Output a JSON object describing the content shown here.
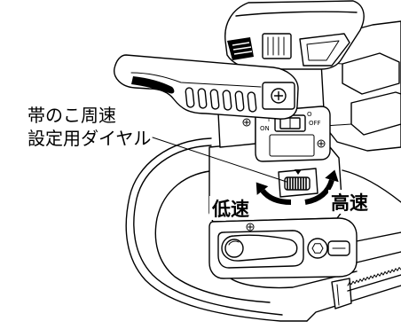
{
  "callout": {
    "line1": "帯のこ周速",
    "line2": "設定用ダイヤル"
  },
  "speed_labels": {
    "low": "低速",
    "high": "高速"
  },
  "switch": {
    "on_mark": "I",
    "on_label": "ON",
    "off_mark": "O",
    "off_label": "OFF"
  },
  "icons": {
    "speed_dial": "knurled-dial-icon",
    "speed_arrows": "curved-double-arrow-icon",
    "fasteners": "screw-icon"
  },
  "colors": {
    "line": "#000000",
    "background": "#ffffff"
  }
}
